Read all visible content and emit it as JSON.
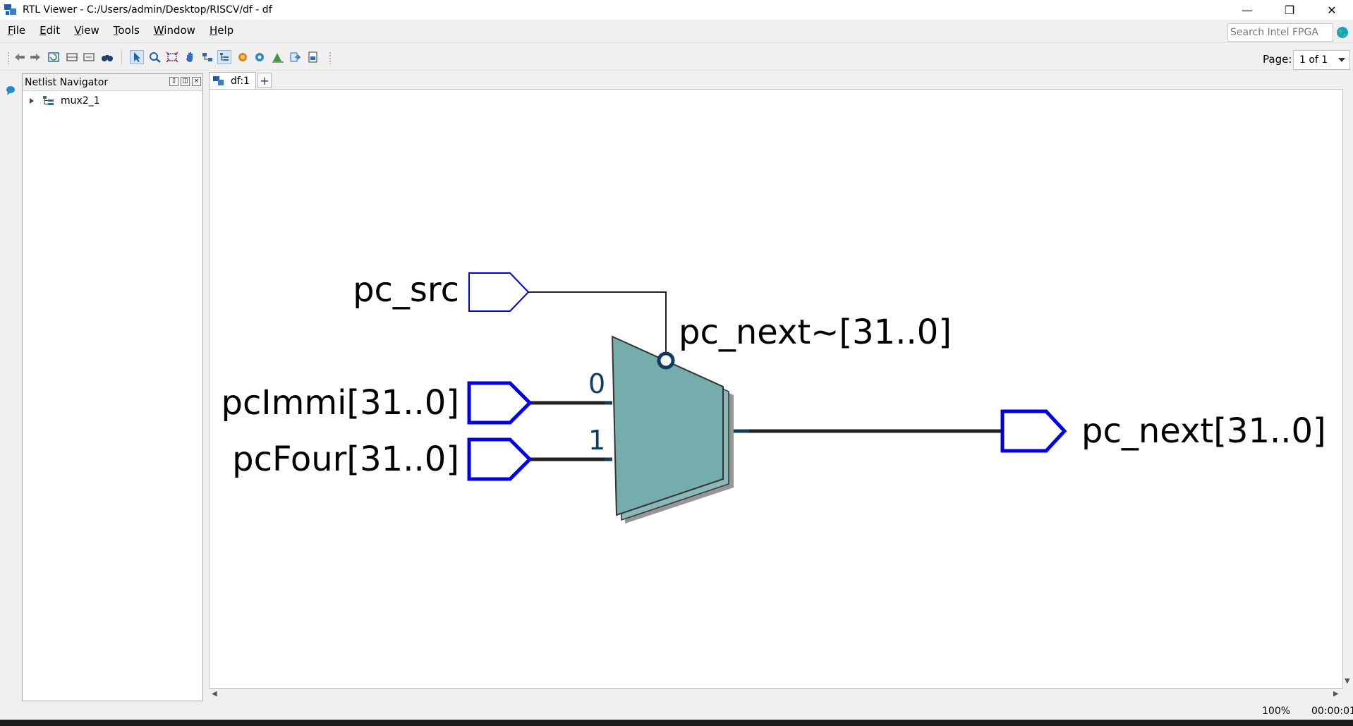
{
  "window": {
    "title": "RTL Viewer - C:/Users/admin/Desktop/RISCV/df - df",
    "minimize_glyph": "—",
    "restore_glyph": "❐",
    "close_glyph": "✕"
  },
  "menu": [
    {
      "first": "F",
      "rest": "ile"
    },
    {
      "first": "E",
      "rest": "dit"
    },
    {
      "first": "V",
      "rest": "iew"
    },
    {
      "first": "T",
      "rest": "ools"
    },
    {
      "first": "W",
      "rest": "indow"
    },
    {
      "first": "H",
      "rest": "elp"
    }
  ],
  "search": {
    "placeholder": "Search Intel FPGA"
  },
  "toolbar": {
    "page_label": "Page:",
    "page_value": "1 of 1",
    "icons": [
      "back-icon",
      "forward-icon",
      "refresh-icon",
      "expand-icon",
      "collapse-icon",
      "find-icon",
      "select-icon",
      "zoom-icon",
      "fit-icon",
      "pan-icon",
      "netlist-icon",
      "hierarchy-icon",
      "filter-icon",
      "settings-icon",
      "chart-icon",
      "export-icon",
      "print-icon"
    ]
  },
  "navigator": {
    "title": "Netlist Navigator",
    "items": [
      {
        "label": "mux2_1"
      }
    ]
  },
  "tabs": [
    {
      "label": "df:1"
    }
  ],
  "tab_add": "+",
  "schematic": {
    "inputs": [
      {
        "label": "pc_src"
      },
      {
        "label": "pcImmi[31..0]"
      },
      {
        "label": "pcFour[31..0]"
      }
    ],
    "mux": {
      "label": "pc_next~[31..0]",
      "port0": "0",
      "port1": "1"
    },
    "output": {
      "label": "pc_next[31..0]"
    },
    "colors": {
      "port": "#0000e6",
      "mux_fill": "#75adad",
      "mux_shadow": "#969696",
      "wire": "#222222",
      "bus_stub": "#0f3d5e"
    }
  },
  "status": {
    "zoom": "100%",
    "time": "00:00:01"
  }
}
